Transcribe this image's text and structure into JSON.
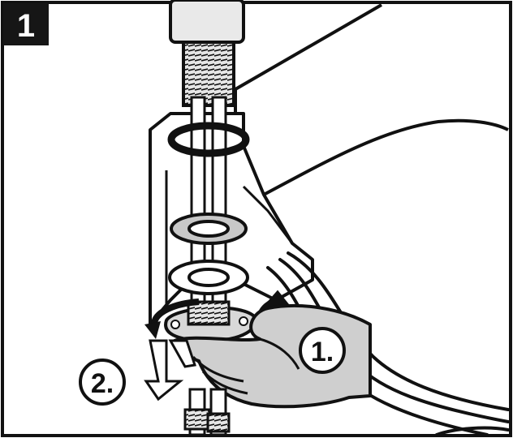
{
  "step_badge": {
    "label": "1"
  },
  "callouts": [
    {
      "label": "1."
    },
    {
      "label": "2."
    }
  ],
  "colors": {
    "ink": "#111111",
    "paper": "#ffffff",
    "shade": "#c8c8c8",
    "badge": "#161616"
  }
}
